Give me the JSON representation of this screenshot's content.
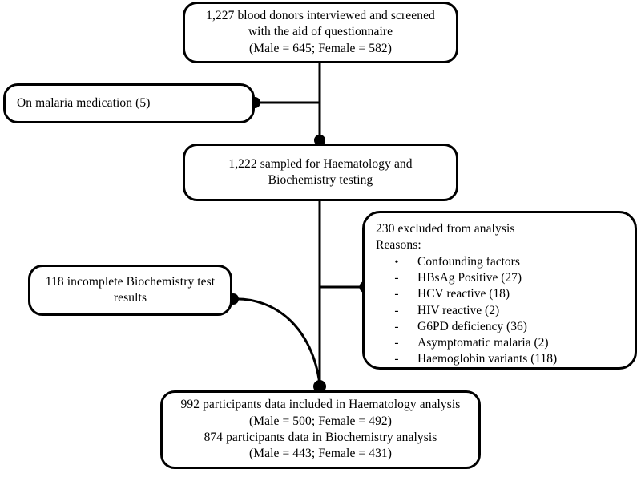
{
  "diagram": {
    "title": "Participant flow diagram",
    "line_color": "#000000",
    "box_fill": "#ffffff",
    "border_color": "#000000"
  },
  "nodes": {
    "screened": {
      "name": "screened-box",
      "lines": [
        "1,227 blood donors interviewed and screened",
        "with the aid of questionnaire",
        "(Male = 645; Female = 582)"
      ]
    },
    "malaria": {
      "name": "malaria-medication-box",
      "lines": [
        "On malaria medication (5)"
      ]
    },
    "sampled": {
      "name": "sampled-box",
      "lines": [
        "1,222 sampled for Haematology and",
        "Biochemistry testing"
      ]
    },
    "excluded": {
      "name": "excluded-box",
      "heading": [
        "230 excluded from analysis",
        "Reasons:"
      ],
      "reasons": [
        {
          "marker": "•",
          "text": "Confounding factors"
        },
        {
          "marker": "-",
          "text": "HBsAg Positive (27)"
        },
        {
          "marker": "-",
          "text": "HCV reactive (18)"
        },
        {
          "marker": "-",
          "text": "HIV reactive (2)"
        },
        {
          "marker": "-",
          "text": "G6PD deficiency (36)"
        },
        {
          "marker": "-",
          "text": "Asymptomatic malaria (2)"
        },
        {
          "marker": "-",
          "text": "Haemoglobin variants (118)"
        }
      ]
    },
    "incomplete": {
      "name": "incomplete-biochemistry-box",
      "lines": [
        "118 incomplete Biochemistry test",
        "results"
      ]
    },
    "final": {
      "name": "final-analysis-box",
      "lines": [
        "992 participants data included in Haematology analysis",
        "(Male = 500; Female = 492)",
        "874 participants data in Biochemistry analysis",
        "(Male = 443; Female = 431)"
      ]
    }
  },
  "connectors": [
    {
      "name": "trunk-screened-to-sampled",
      "from": "screened",
      "to": "sampled"
    },
    {
      "name": "branch-to-malaria",
      "from": "trunk",
      "to": "malaria"
    },
    {
      "name": "trunk-sampled-to-final",
      "from": "sampled",
      "to": "final"
    },
    {
      "name": "branch-to-excluded",
      "from": "trunk",
      "to": "excluded"
    },
    {
      "name": "curve-incomplete-to-final",
      "from": "incomplete",
      "to": "final"
    }
  ]
}
